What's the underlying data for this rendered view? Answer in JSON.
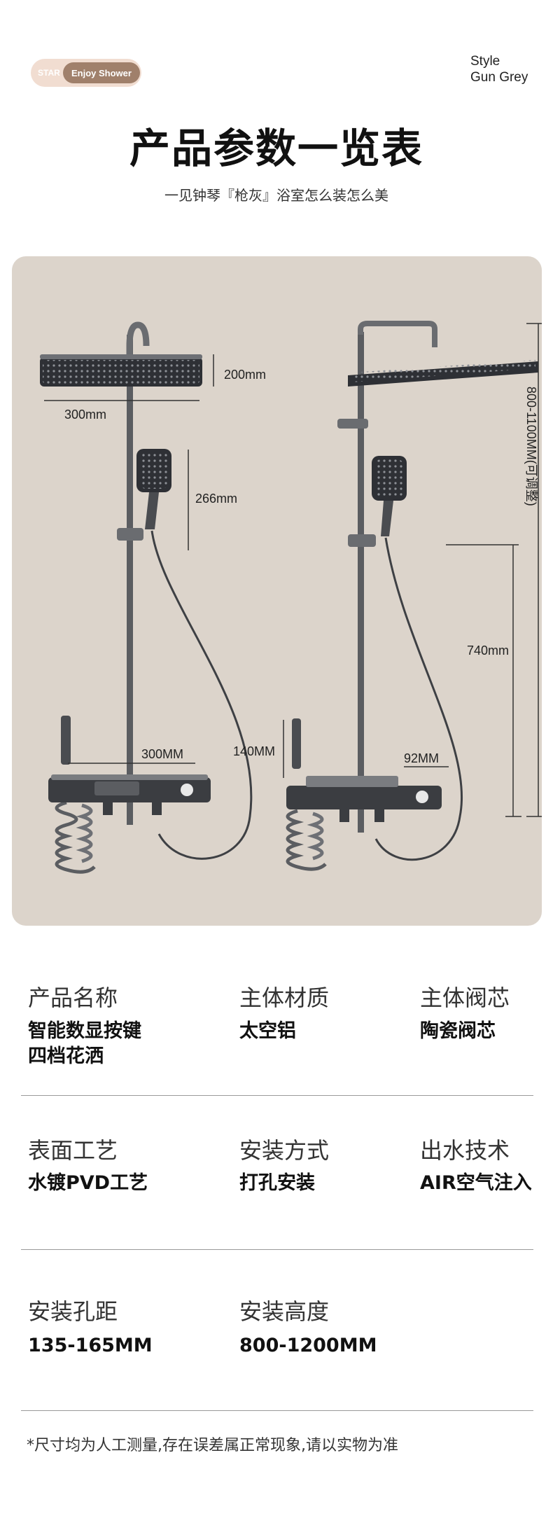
{
  "header": {
    "badge_star": "STAR",
    "badge_label": "Enjoy Shower",
    "style_line1": "Style",
    "style_line2": "Gun Grey",
    "title": "产品参数一览表",
    "subtitle": "一见钟琴『枪灰』浴室怎么装怎么美"
  },
  "diagram": {
    "dim_head_width": "300mm",
    "dim_head_height": "200mm",
    "dim_hand_height": "266mm",
    "dim_shelf_width": "300MM",
    "dim_valve_height": "140MM",
    "dim_depth": "92MM",
    "dim_low": "740mm",
    "dim_adjustable": "800-1100MM(可调整)",
    "colors": {
      "panel": "#dcd4cb",
      "metal": "#5b5d61",
      "head": "#2e3035"
    }
  },
  "specs": [
    {
      "label": "产品名称",
      "value": "智能数显按键\n四档花洒"
    },
    {
      "label": "主体材质",
      "value": "太空铝"
    },
    {
      "label": "主体阀芯",
      "value": "陶瓷阀芯"
    },
    {
      "label": "表面工艺",
      "value": "水镀PVD工艺"
    },
    {
      "label": "安装方式",
      "value": "打孔安装"
    },
    {
      "label": "出水技术",
      "value": "AIR空气注入"
    },
    {
      "label": "安装孔距",
      "value": "135-165MM"
    },
    {
      "label": "安装高度",
      "value": "800-1200MM"
    }
  ],
  "footnote": "*尺寸均为人工测量,存在误差属正常现象,请以实物为准"
}
